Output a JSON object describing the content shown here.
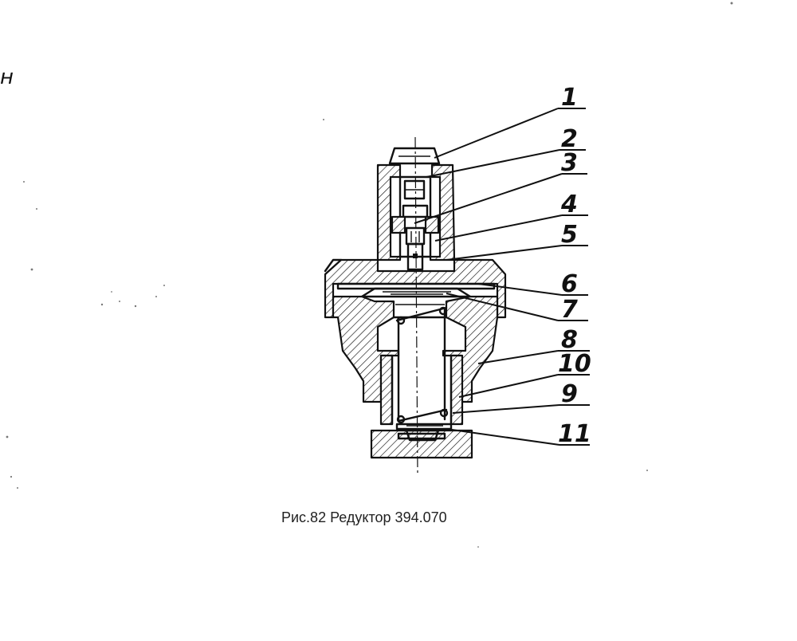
{
  "figure": {
    "caption": "Рис.82 Редуктор 394.070",
    "margin_letter": "н"
  },
  "callouts": [
    {
      "label": "1"
    },
    {
      "label": "2"
    },
    {
      "label": "3"
    },
    {
      "label": "4"
    },
    {
      "label": "5"
    },
    {
      "label": "6"
    },
    {
      "label": "7"
    },
    {
      "label": "8"
    },
    {
      "label": "10"
    },
    {
      "label": "9"
    },
    {
      "label": "11"
    }
  ],
  "colors": {
    "ink": "#111111",
    "paper": "#ffffff"
  }
}
